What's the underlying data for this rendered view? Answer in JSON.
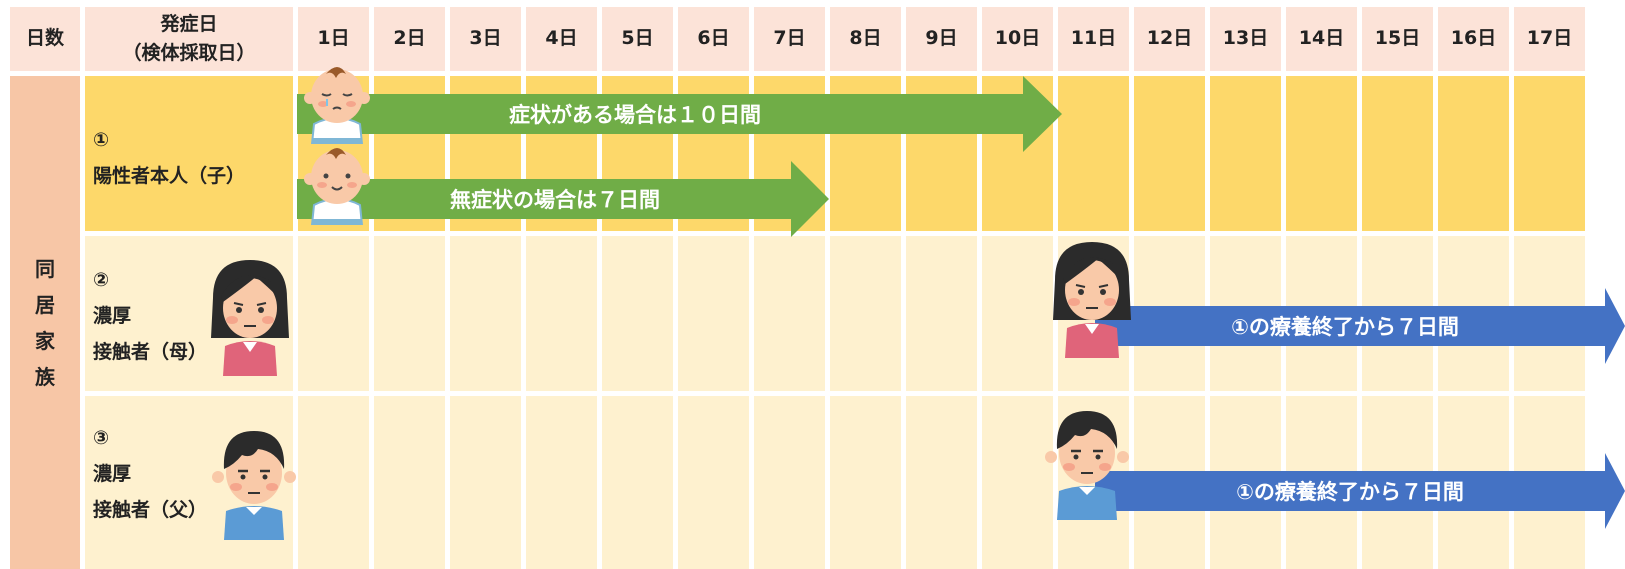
{
  "header": {
    "days_label": "日数",
    "onset_label_1": "発症日",
    "onset_label_2": "（検体採取日）",
    "days": [
      "1日",
      "2日",
      "3日",
      "4日",
      "5日",
      "6日",
      "7日",
      "8日",
      "9日",
      "10日",
      "11日",
      "12日",
      "13日",
      "14日",
      "15日",
      "16日",
      "17日"
    ]
  },
  "side_label": [
    "同",
    "居",
    "家",
    "族"
  ],
  "rows": [
    {
      "num": "①",
      "line1": "陽性者本人（子）",
      "line2": ""
    },
    {
      "num": "②",
      "line1": "濃厚",
      "line2": "接触者（母）"
    },
    {
      "num": "③",
      "line1": "濃厚",
      "line2": "接触者（父）"
    }
  ],
  "arrows": {
    "symptomatic": "症状がある場合は１０日間",
    "asymptomatic": "無症状の場合は７日間",
    "mother": "①の療養終了から７日間",
    "father": "①の療養終了から７日間"
  },
  "colors": {
    "header_bg": "#fce3d8",
    "row1_bg": "#fdd86a",
    "row23_bg": "#fef1cf",
    "side_bg": "#f7c6a6",
    "green_arrow": "#70ad47",
    "blue_arrow": "#4472c4"
  },
  "icons": [
    "baby-crying-icon",
    "baby-smiling-icon",
    "mother-icon",
    "father-icon"
  ]
}
